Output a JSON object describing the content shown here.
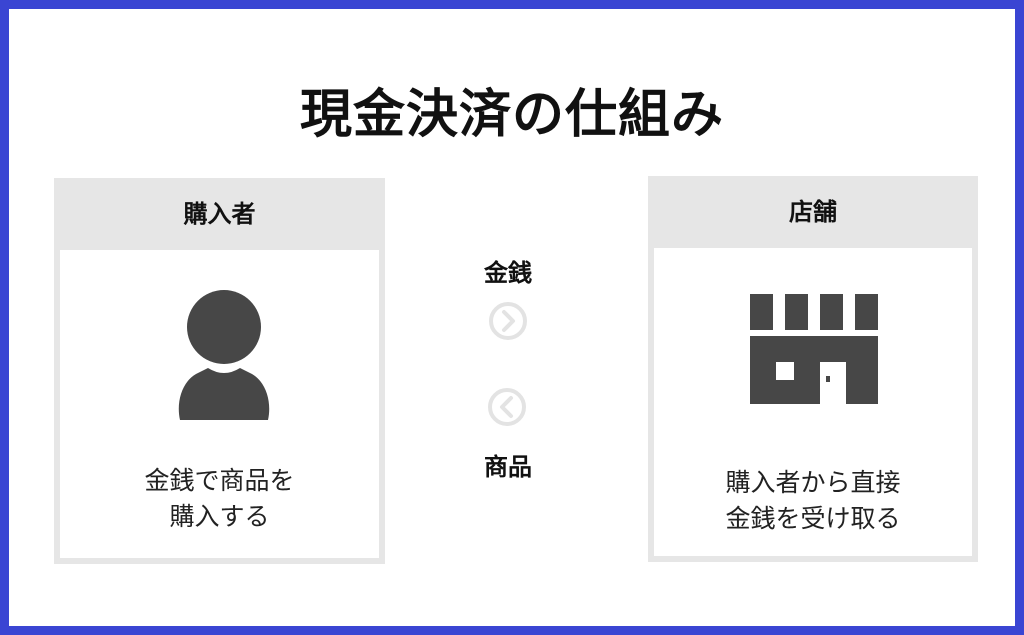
{
  "title": "現金決済の仕組み",
  "buyer": {
    "heading": "購入者",
    "icon": "person-icon",
    "description_line1": "金銭で商品を",
    "description_line2": "購入する"
  },
  "store": {
    "heading": "店舗",
    "icon": "store-icon",
    "description_line1": "購入者から直接",
    "description_line2": "金銭を受け取る"
  },
  "flow": {
    "money_label": "金銭",
    "money_icon": "chevron-right-circle-icon",
    "goods_label": "商品",
    "goods_icon": "chevron-left-circle-icon"
  },
  "colors": {
    "frame": "#3a45d3",
    "card_gray": "#e6e6e6",
    "icon_dark": "#474747",
    "arrow_gray": "#e3e3e3"
  }
}
